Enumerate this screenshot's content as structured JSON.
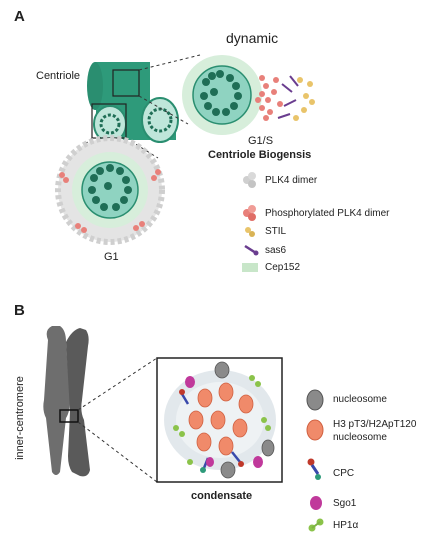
{
  "panel_a": {
    "letter": "A",
    "centriole_label": "Centriole",
    "dynamic_label": "dynamic",
    "g1s_label": "G1/S",
    "g1_label": "G1",
    "title": "Centriole Biogensis",
    "legend": [
      {
        "icon": "plk4-dimer-icon",
        "label": "PLK4 dimer",
        "color": "#cfcfcf"
      },
      {
        "icon": "phosphorylated-plk4-dimer-icon",
        "label": "Phosphorylated PLK4 dimer",
        "color": "#e8807a"
      },
      {
        "icon": "stil-icon",
        "label": "STIL",
        "color": "#e9c46a"
      },
      {
        "icon": "sas6-icon",
        "label": "sas6",
        "color": "#6a3d8f"
      },
      {
        "icon": "cep152-icon",
        "label": "Cep152",
        "color": "#c8e6c9"
      }
    ]
  },
  "panel_b": {
    "letter": "B",
    "inner_centromere_label": "inner-centromere",
    "condensate_label": "condensate",
    "legend": [
      {
        "icon": "nucleosome-icon",
        "label": "nucleosome",
        "color": "#8a8a8a"
      },
      {
        "icon": "h3-nucleosome-icon",
        "label_line1": "H3 pT3/H2ApT120",
        "label_line2": "nucleosome",
        "color": "#f08a6a"
      },
      {
        "icon": "cpc-icon",
        "label": "CPC",
        "color": "#c0392b"
      },
      {
        "icon": "sgo1-icon",
        "label": "Sgo1",
        "color": "#c0399b"
      },
      {
        "icon": "hp1a-icon",
        "label": "HP1α",
        "color": "#8bc34a"
      }
    ]
  }
}
